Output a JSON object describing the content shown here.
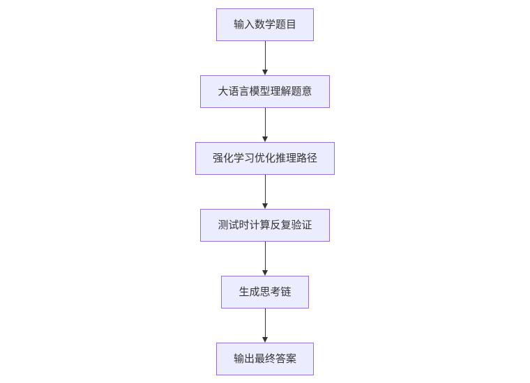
{
  "diagram": {
    "type": "flowchart",
    "direction": "top-down",
    "nodes": [
      {
        "id": "step1",
        "label": "输入数学题目"
      },
      {
        "id": "step2",
        "label": "大语言模型理解题意"
      },
      {
        "id": "step3",
        "label": "强化学习优化推理路径"
      },
      {
        "id": "step4",
        "label": "测试时计算反复验证"
      },
      {
        "id": "step5",
        "label": "生成思考链"
      },
      {
        "id": "step6",
        "label": "输出最终答案"
      }
    ],
    "edges": [
      {
        "from": "step1",
        "to": "step2",
        "style": "arrow-down"
      },
      {
        "from": "step2",
        "to": "step3",
        "style": "arrow-down"
      },
      {
        "from": "step3",
        "to": "step4",
        "style": "arrow-down"
      },
      {
        "from": "step4",
        "to": "step5",
        "style": "arrow-down"
      },
      {
        "from": "step5",
        "to": "step6",
        "style": "arrow-down"
      }
    ],
    "colors": {
      "node_fill": "#ECECFF",
      "node_border": "#9370DB",
      "node_text": "#333333",
      "arrow": "#333333",
      "background": "#FFFFFF"
    }
  }
}
